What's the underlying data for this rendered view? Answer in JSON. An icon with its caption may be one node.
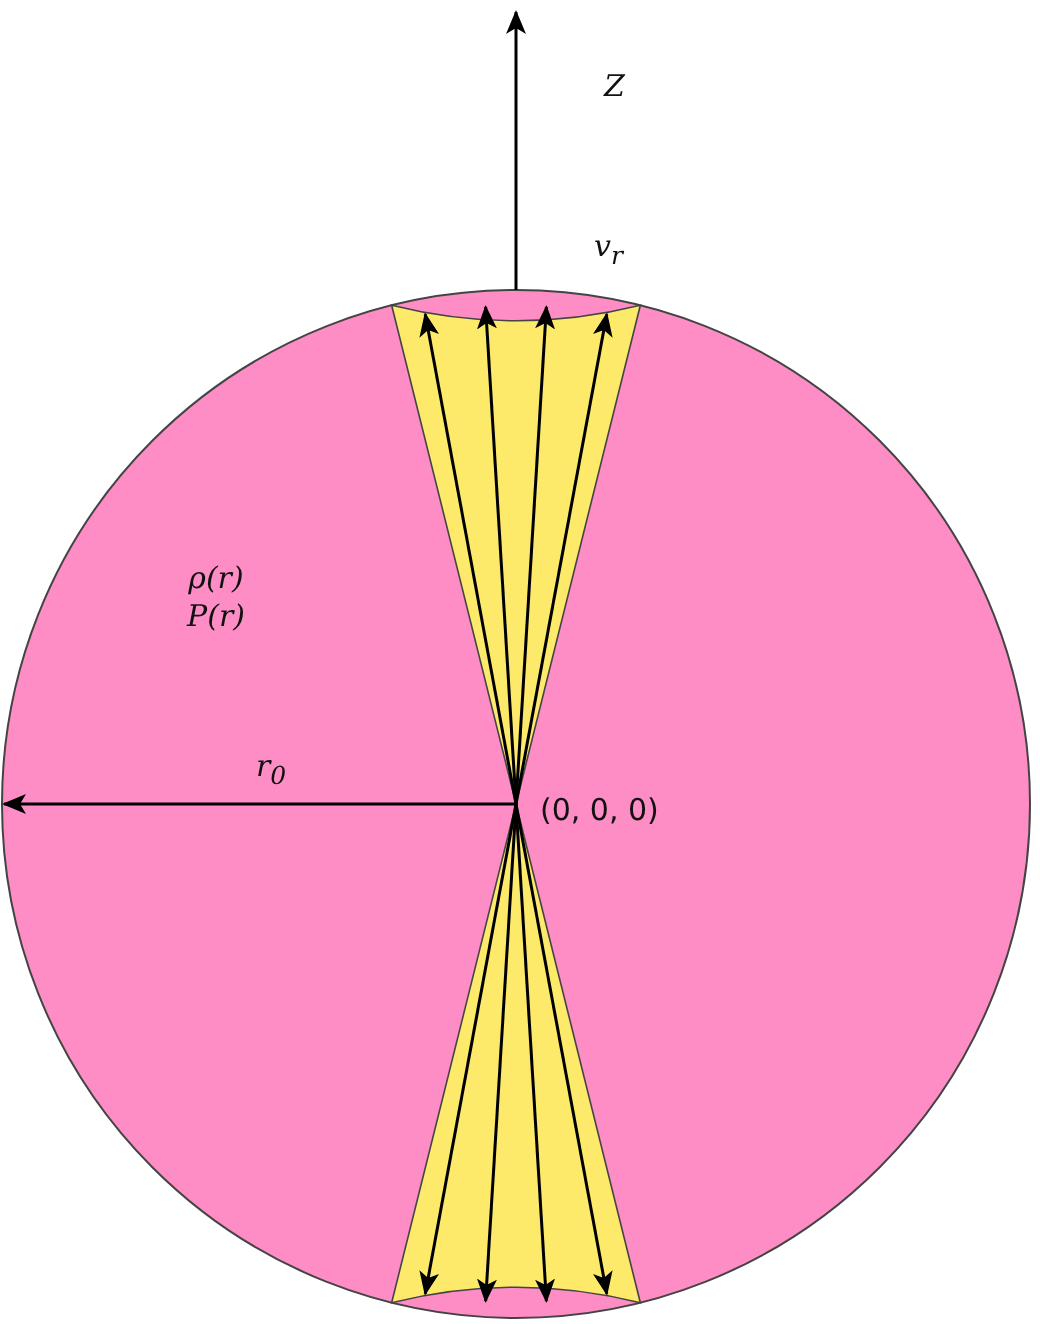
{
  "diagram": {
    "nodes": [
      {
        "text": [
          "ρ(r) P(r)"
        ]
      }
    ],
    "labels": [
      "Z",
      "v$_{r}$",
      "r$_{0}$",
      "(0, 0, 0)"
    ]
  }
}
